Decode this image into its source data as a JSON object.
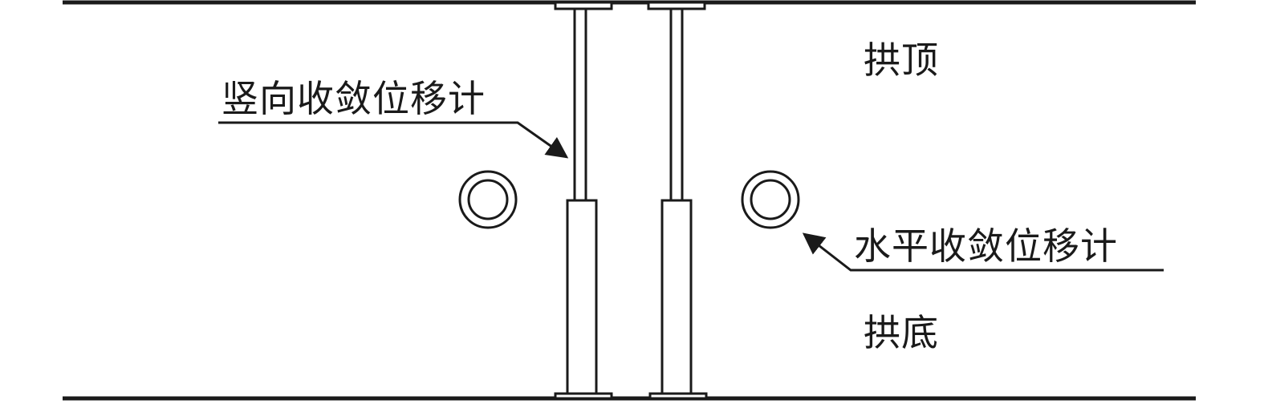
{
  "labels": {
    "crown": "拱顶",
    "invert": "拱底",
    "vertical_gauge": "竖向收敛位移计",
    "horizontal_gauge": "水平收敛位移计"
  },
  "colors": {
    "line": "#1a1a1a",
    "background": "#ffffff"
  }
}
